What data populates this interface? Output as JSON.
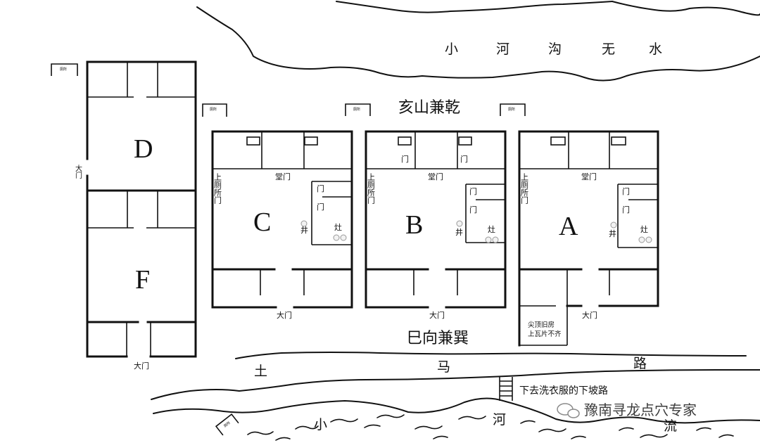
{
  "top_river": {
    "label_chars": [
      "小",
      "河",
      "沟",
      "无",
      "水"
    ]
  },
  "orientation": {
    "back": "亥山兼乾",
    "front": "巳向兼巽"
  },
  "toilet_label": "厕所",
  "houses": {
    "A": {
      "label": "A",
      "hall_door": "堂门",
      "toilet_door": "上厕所门",
      "door": "门",
      "well": "井",
      "stove": "灶",
      "gate": "大门"
    },
    "B": {
      "label": "B",
      "hall_door": "堂门",
      "toilet_door": "上厕所门",
      "door": "门",
      "well": "井",
      "stove": "灶",
      "gate": "大门"
    },
    "C": {
      "label": "C",
      "hall_door": "堂门",
      "toilet_door": "上厕所门",
      "door": "门",
      "well": "井",
      "stove": "灶",
      "gate": "大门"
    },
    "D": {
      "label": "D",
      "gate": "大门"
    },
    "F": {
      "label": "F",
      "gate": "大门"
    }
  },
  "old_house_note": [
    "尖顶旧房",
    "上瓦片不齐"
  ],
  "road": {
    "label_chars": [
      "土",
      "马",
      "路"
    ]
  },
  "slope_path_label": "下去洗衣服的下坡路",
  "bottom_river": {
    "label_chars": [
      "小",
      "河",
      "流"
    ]
  },
  "watermark": "豫南寻龙点穴专家"
}
